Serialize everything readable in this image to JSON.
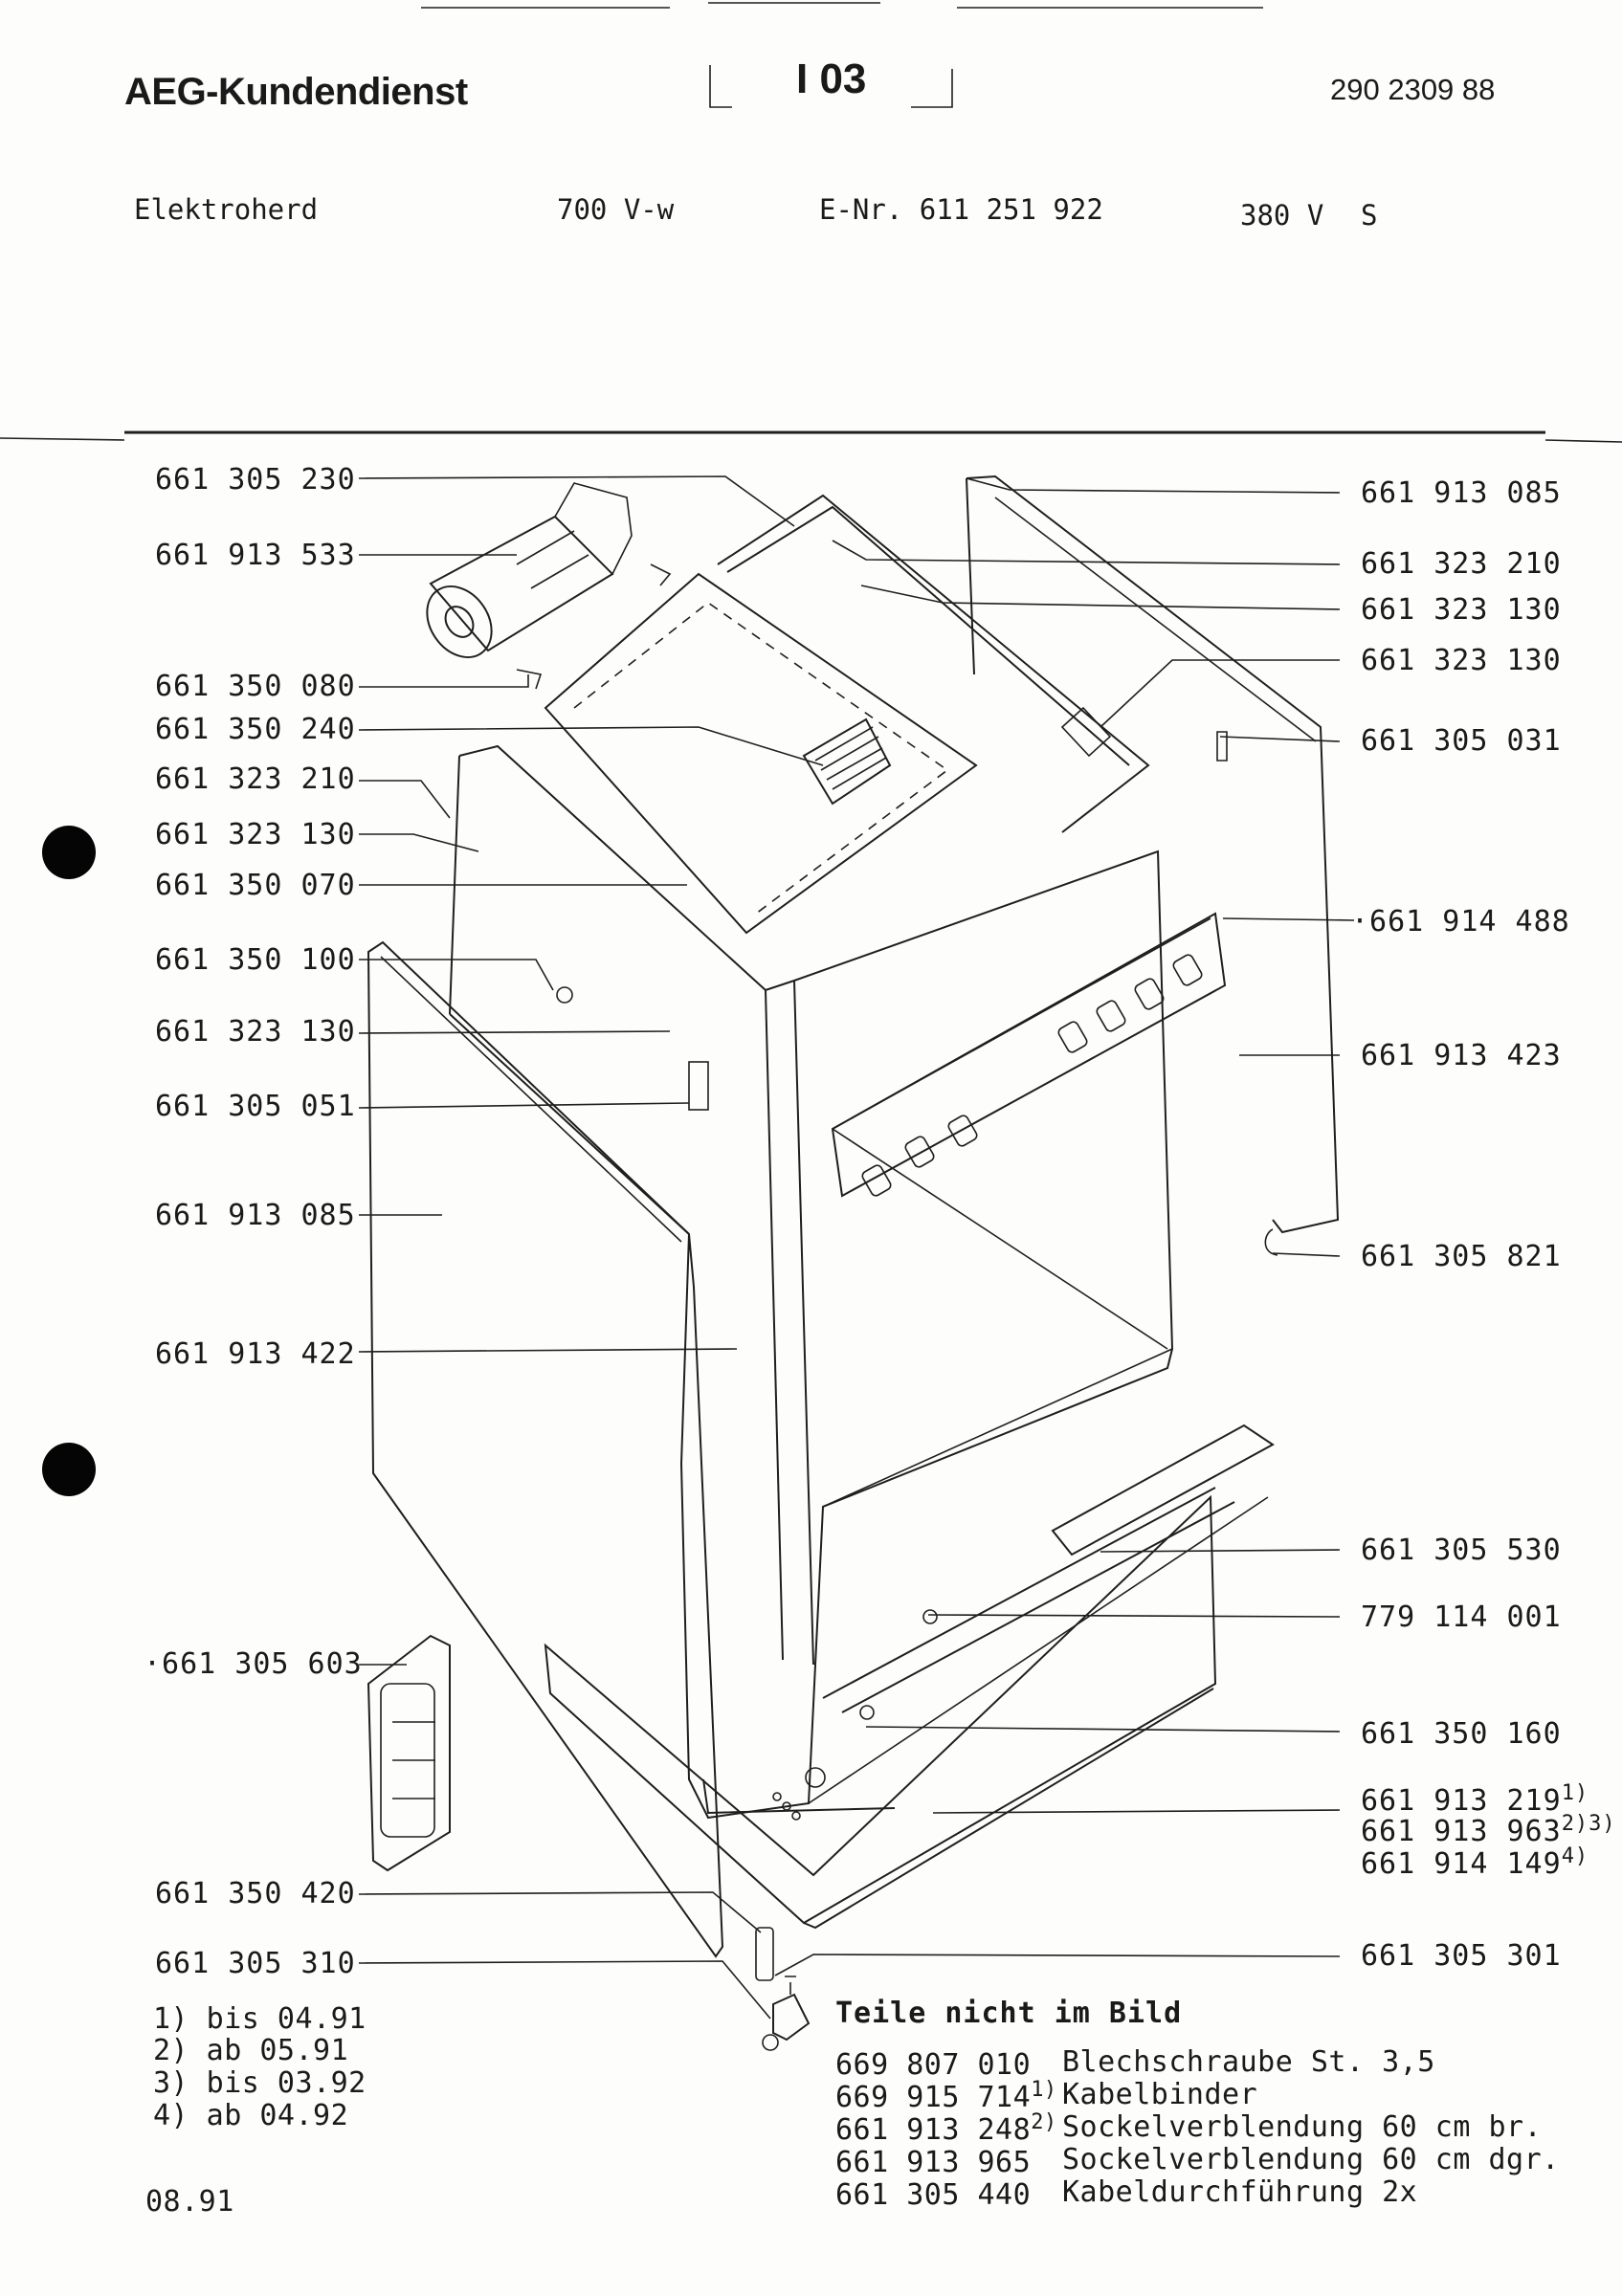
{
  "header": {
    "brand": "AEG-Kundendienst",
    "sheet": "I 03",
    "doc_number": "290 2309 88"
  },
  "subheader": {
    "product": "Elektroherd",
    "model": "700 V-w",
    "e_number": "E-Nr. 611 251 922",
    "voltage": "380 V",
    "variant": "S"
  },
  "left_labels": [
    "661 305 230",
    "661 913 533",
    "661 350 080",
    "661 350 240",
    "661 323 210",
    "661 323 130",
    "661 350 070",
    "661 350 100",
    "661 323 130",
    "661 305 051",
    "661 913 085",
    "661 913 422",
    "·661 305 603",
    "661 350 420",
    "661 305 310"
  ],
  "right_labels": [
    "661 913 085",
    "661 323 210",
    "661 323 130",
    "661 323 130",
    "661 305 031",
    "·661 914 488",
    "661 913 423",
    "661 305 821",
    "661 305 530",
    "779 114 001",
    "661 350 160",
    "661 305 301"
  ],
  "variant_parts": [
    {
      "number": "661 913 219",
      "mark": "1)"
    },
    {
      "number": "661 913 963",
      "mark": "2)3)"
    },
    {
      "number": "661 914 149",
      "mark": "4)"
    }
  ],
  "footnotes": [
    "1) bis 04.91",
    "2) ab  05.91",
    "3) bis 03.92",
    "4) ab  04.92"
  ],
  "date": "08.91",
  "not_pictured": {
    "title": "Teile nicht im Bild",
    "items": [
      {
        "number": "669 807 010",
        "mark": "",
        "description": "Blechschraube St. 3,5"
      },
      {
        "number": "669 915 714",
        "mark": "1)",
        "description": "Kabelbinder"
      },
      {
        "number": "661 913 248",
        "mark": "2)",
        "description": "Sockelverblendung 60 cm br."
      },
      {
        "number": "661 913 965",
        "mark": "",
        "description": "Sockelverblendung 60 cm dgr."
      },
      {
        "number": "661 305 440",
        "mark": "",
        "description": "Kabeldurchführung 2x"
      }
    ]
  }
}
